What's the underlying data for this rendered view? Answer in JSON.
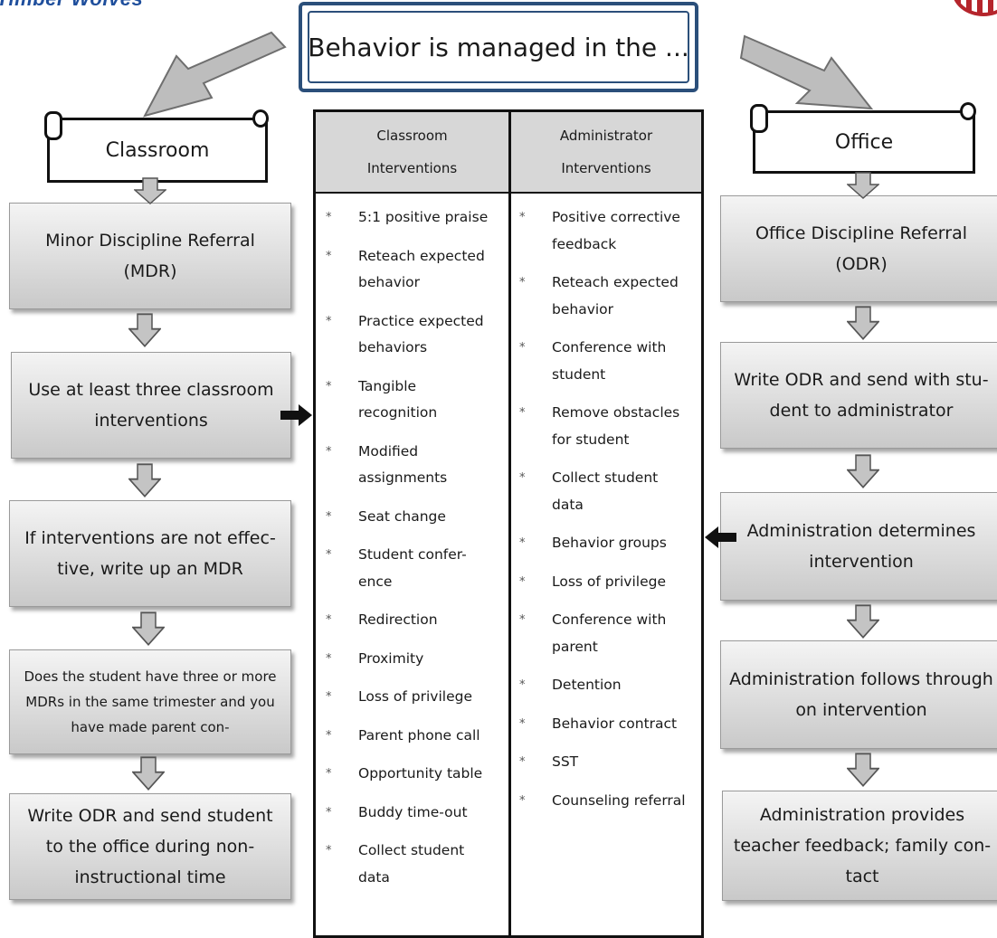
{
  "header": {
    "logo_text": "Timber Wolves",
    "title": "Behavior is managed in the ..."
  },
  "classroom": {
    "label": "Classroom",
    "steps": [
      "Minor Discipline Referral (MDR)",
      "Use at least three classroom interventions",
      "If interventions are not effec-tive, write up an MDR",
      "Does the student have three or more MDRs in the same trimester and you have made parent con-",
      "Write ODR and send student to the office during non-instructional time"
    ]
  },
  "office": {
    "label": "Office",
    "steps": [
      "Office Discipline Referral (ODR)",
      "Write ODR and send with stu-dent to administrator",
      "Administration determines intervention",
      "Administration follows through on intervention",
      "Administration provides teacher feedback; family con-tact"
    ]
  },
  "table": {
    "classroom_header": [
      "Classroom",
      "Interventions"
    ],
    "admin_header": [
      "Administrator",
      "Interventions"
    ],
    "bullet_symbol": "*",
    "classroom_items": [
      [
        "5:1 positive praise"
      ],
      [
        "Reteach expected",
        "behavior"
      ],
      [
        "Practice expected",
        "behaviors"
      ],
      [
        "Tangible",
        "recognition"
      ],
      [
        "Modified",
        "assignments"
      ],
      [
        "Seat change"
      ],
      [
        "Student confer-",
        "ence"
      ],
      [
        "Redirection"
      ],
      [
        "Proximity"
      ],
      [
        "Loss of privilege"
      ],
      [
        "Parent phone call"
      ],
      [
        "Opportunity table"
      ],
      [
        "Buddy time-out"
      ],
      [
        "Collect student",
        "data"
      ]
    ],
    "admin_items": [
      [
        "Positive corrective",
        "feedback"
      ],
      [
        "Reteach expected",
        "behavior"
      ],
      [
        "Conference with",
        "student"
      ],
      [
        "Remove obstacles",
        "for student"
      ],
      [
        "Collect student",
        "data"
      ],
      [
        "Behavior groups"
      ],
      [
        "Loss of privilege"
      ],
      [
        "Conference with",
        "parent"
      ],
      [
        "Detention"
      ],
      [
        "Behavior contract"
      ],
      [
        "SST"
      ],
      [
        "Counseling referral"
      ]
    ]
  },
  "colors": {
    "title_border": "#2b4f7a",
    "box_top": "#f4f4f4",
    "box_bottom": "#c9c9c9",
    "header_fill": "#d7d7d7",
    "arrow_gray": "#bdbdbd",
    "logo_blue": "#1e4e9c",
    "seal_red": "#b5252c"
  }
}
